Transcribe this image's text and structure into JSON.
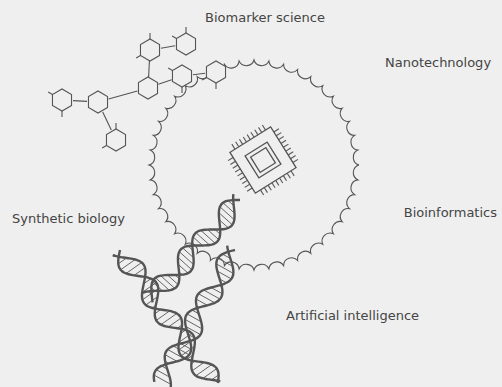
{
  "diagram": {
    "labels": [
      "Biomarker science",
      "Nanotechnology",
      "Synthetic biology",
      "Bioinformatics",
      "Artificial intelligence"
    ]
  }
}
